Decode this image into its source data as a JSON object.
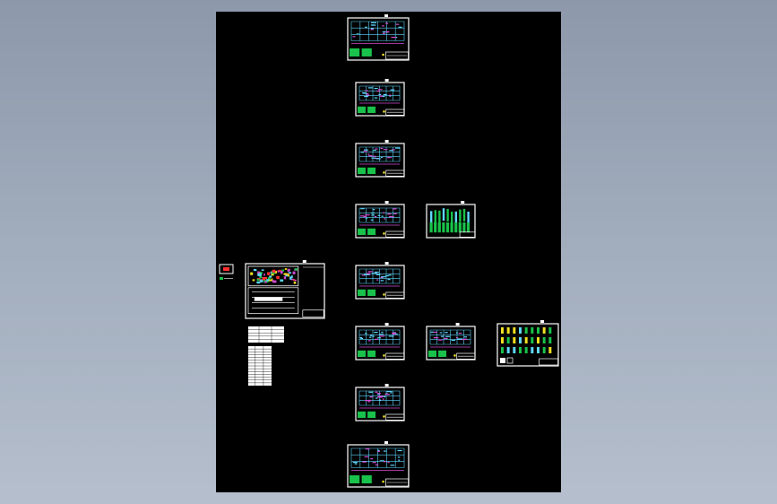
{
  "viewer": {
    "background_top": "#8d99ab",
    "background_bottom": "#b5bfcd",
    "paper_color": "#000000"
  },
  "palette": {
    "frame": "#ffffff",
    "plan_line": "#5fd7ff",
    "fill_green": "#19c24a",
    "dim_magenta": "#d24bd2",
    "accent_yellow": "#f0e020",
    "accent_red": "#ff3030",
    "table_bg": "#ffffff"
  },
  "sheets": [
    {
      "name": "drawing-sheet-1",
      "kind": "plan"
    },
    {
      "name": "drawing-sheet-2",
      "kind": "plan"
    },
    {
      "name": "drawing-sheet-3",
      "kind": "plan"
    },
    {
      "name": "drawing-sheet-4",
      "kind": "plan"
    },
    {
      "name": "drawing-sheet-5",
      "kind": "columns"
    },
    {
      "name": "drawing-sheet-6",
      "kind": "plan"
    },
    {
      "name": "drawing-sheet-7",
      "kind": "elevation"
    },
    {
      "name": "drawing-sheet-8",
      "kind": "plan"
    },
    {
      "name": "drawing-sheet-9",
      "kind": "plan"
    },
    {
      "name": "drawing-sheet-10",
      "kind": "details"
    },
    {
      "name": "drawing-sheet-11",
      "kind": "plan"
    },
    {
      "name": "drawing-sheet-12",
      "kind": "plan"
    }
  ],
  "tables": [
    {
      "name": "schedule-table-1",
      "rows": 5
    },
    {
      "name": "schedule-table-2",
      "rows": 14
    }
  ]
}
